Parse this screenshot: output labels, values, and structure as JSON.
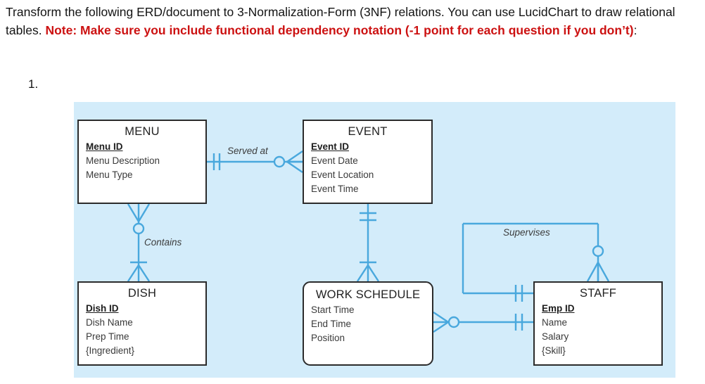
{
  "prompt": {
    "line1": "Transform the following ERD/document to 3-Normalization-Form (3NF) relations. You can use LucidChart to draw relational tables. ",
    "note": "Note: Make sure you include functional dependency notation (-1 point for each question if you don’t)",
    "tail": ":"
  },
  "question": {
    "number": "1."
  },
  "diagram": {
    "background_color": "#d3ecfa",
    "line_color": "#49a8dd",
    "entity_border_color": "#2b2b2b",
    "entities": [
      {
        "id": "menu",
        "title": "MENU",
        "shape": "rectangle",
        "attributes": [
          {
            "text": "Menu ID",
            "key": true
          },
          {
            "text": "Menu Description",
            "key": false
          },
          {
            "text": "Menu Type",
            "key": false
          }
        ]
      },
      {
        "id": "event",
        "title": "EVENT",
        "shape": "rectangle",
        "attributes": [
          {
            "text": "Event ID",
            "key": true
          },
          {
            "text": "Event Date",
            "key": false
          },
          {
            "text": "Event Location",
            "key": false
          },
          {
            "text": "Event Time",
            "key": false
          }
        ]
      },
      {
        "id": "dish",
        "title": "DISH",
        "shape": "rectangle",
        "attributes": [
          {
            "text": "Dish ID",
            "key": true
          },
          {
            "text": "Dish Name",
            "key": false
          },
          {
            "text": "Prep Time",
            "key": false
          },
          {
            "text": "{Ingredient}",
            "key": false
          }
        ]
      },
      {
        "id": "work_schedule",
        "title": "WORK SCHEDULE",
        "shape": "rounded-rectangle",
        "attributes": [
          {
            "text": "Start Time",
            "key": false
          },
          {
            "text": "End Time",
            "key": false
          },
          {
            "text": "Position",
            "key": false
          }
        ]
      },
      {
        "id": "staff",
        "title": "STAFF",
        "shape": "rectangle",
        "attributes": [
          {
            "text": "Emp ID",
            "key": true
          },
          {
            "text": "Name",
            "key": false
          },
          {
            "text": "Salary",
            "key": false
          },
          {
            "text": "{Skill}",
            "key": false
          }
        ]
      }
    ],
    "relationships": [
      {
        "id": "served_at",
        "label": "Served at",
        "from": "menu",
        "to": "event",
        "from_cardinality": "one-and-only-one",
        "to_cardinality": "zero-or-many"
      },
      {
        "id": "contains",
        "label": "Contains",
        "from": "menu",
        "to": "dish",
        "from_cardinality": "zero-or-many",
        "to_cardinality": "one-or-many"
      },
      {
        "id": "event_work_schedule",
        "label": "",
        "from": "event",
        "to": "work_schedule",
        "from_cardinality": "one-and-only-one",
        "to_cardinality": "one-or-many"
      },
      {
        "id": "work_schedule_staff",
        "label": "",
        "from": "work_schedule",
        "to": "staff",
        "from_cardinality": "zero-or-many",
        "to_cardinality": "one-and-only-one"
      },
      {
        "id": "supervises",
        "label": "Supervises",
        "from": "staff",
        "to": "staff",
        "from_cardinality": "one-and-only-one",
        "to_cardinality": "zero-or-many"
      }
    ]
  }
}
